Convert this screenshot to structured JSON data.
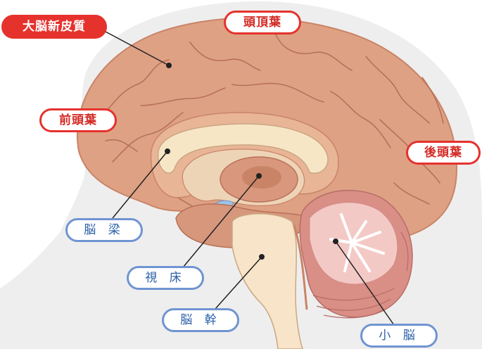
{
  "labels": {
    "neocortex": "大脳新皮質",
    "parietal": "頭頂葉",
    "frontal": "前頭葉",
    "occipital": "後頭葉",
    "corpus_callosum": "脳 梁",
    "thalamus": "視 床",
    "brainstem": "脳 幹",
    "cerebellum": "小 脳"
  },
  "colors": {
    "cortex": "#dea184",
    "cortex_shadow": "#c98467",
    "gyrus_line": "#b87158",
    "head": "#eeeeee",
    "corpus_callosum": "#f7e6c6",
    "brainstem": "#f8e4c8",
    "cerebellum": "#d98e86",
    "arbor_vitae": "#ffffff",
    "label_red": "#e5322d",
    "label_blue": "#6f94d2",
    "leader_line": "#222222"
  }
}
